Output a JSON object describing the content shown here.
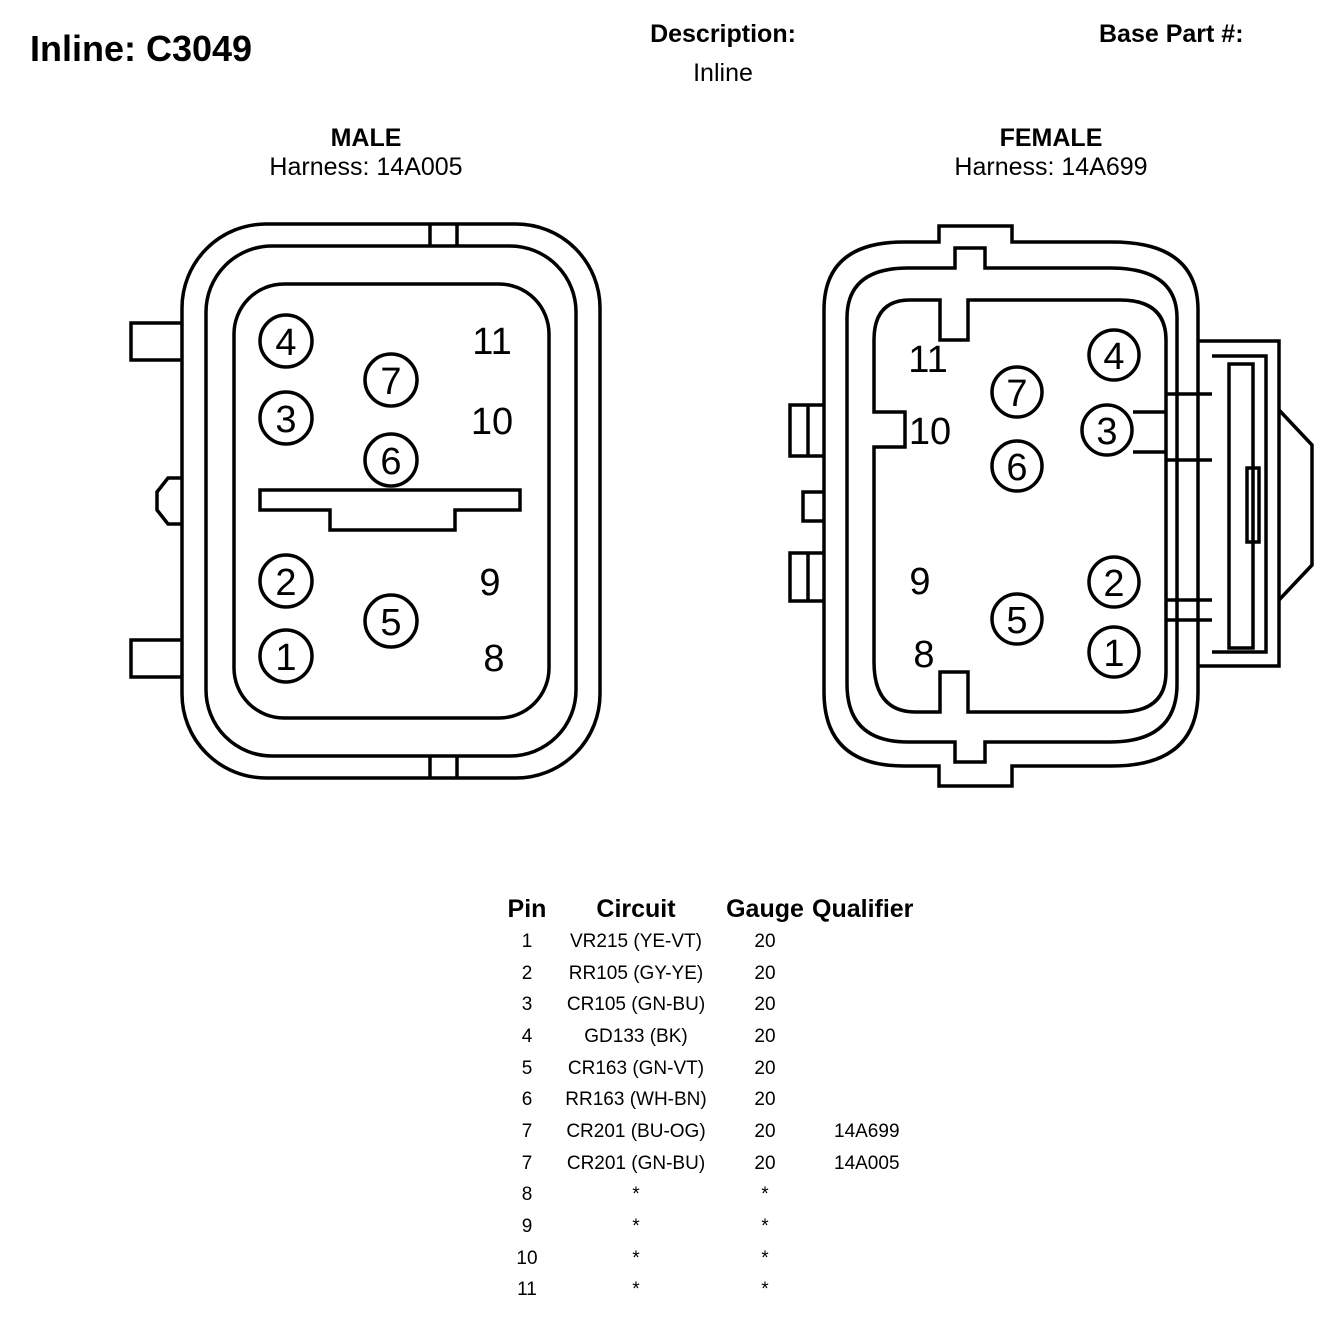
{
  "header": {
    "title": "Inline: C3049",
    "description_label": "Description:",
    "description_value": "Inline",
    "base_part_label": "Base Part #:"
  },
  "male": {
    "label": "MALE",
    "harness": "Harness: 14A005",
    "circled_pins": [
      "1",
      "2",
      "3",
      "4",
      "5",
      "6",
      "7"
    ],
    "plain_pins": [
      "8",
      "9",
      "10",
      "11"
    ]
  },
  "female": {
    "label": "FEMALE",
    "harness": "Harness: 14A699",
    "circled_pins": [
      "1",
      "2",
      "3",
      "4",
      "5",
      "6",
      "7"
    ],
    "plain_pins": [
      "8",
      "9",
      "10",
      "11"
    ]
  },
  "table": {
    "headers": [
      "Pin",
      "Circuit",
      "Gauge",
      "Qualifier"
    ],
    "rows": [
      {
        "pin": "1",
        "circuit": "VR215 (YE-VT)",
        "gauge": "20",
        "qualifier": ""
      },
      {
        "pin": "2",
        "circuit": "RR105 (GY-YE)",
        "gauge": "20",
        "qualifier": ""
      },
      {
        "pin": "3",
        "circuit": "CR105 (GN-BU)",
        "gauge": "20",
        "qualifier": ""
      },
      {
        "pin": "4",
        "circuit": "GD133 (BK)",
        "gauge": "20",
        "qualifier": ""
      },
      {
        "pin": "5",
        "circuit": "CR163 (GN-VT)",
        "gauge": "20",
        "qualifier": ""
      },
      {
        "pin": "6",
        "circuit": "RR163 (WH-BN)",
        "gauge": "20",
        "qualifier": ""
      },
      {
        "pin": "7",
        "circuit": "CR201 (BU-OG)",
        "gauge": "20",
        "qualifier": "14A699"
      },
      {
        "pin": "7",
        "circuit": "CR201 (GN-BU)",
        "gauge": "20",
        "qualifier": "14A005"
      },
      {
        "pin": "8",
        "circuit": "*",
        "gauge": "*",
        "qualifier": ""
      },
      {
        "pin": "9",
        "circuit": "*",
        "gauge": "*",
        "qualifier": ""
      },
      {
        "pin": "10",
        "circuit": "*",
        "gauge": "*",
        "qualifier": ""
      },
      {
        "pin": "11",
        "circuit": "*",
        "gauge": "*",
        "qualifier": ""
      }
    ]
  }
}
